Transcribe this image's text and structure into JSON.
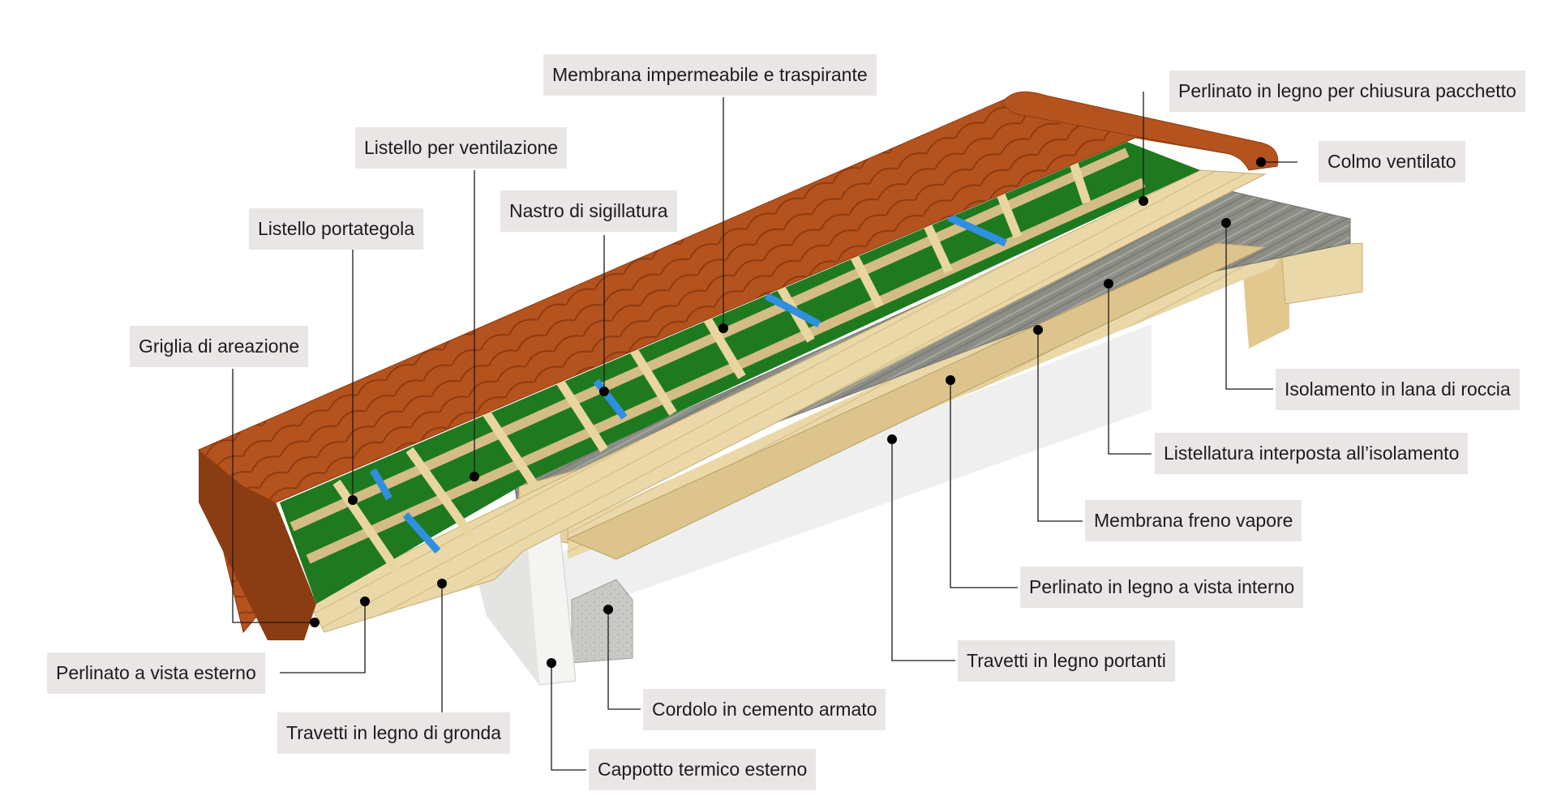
{
  "labels": {
    "membrana_impermeabile": "Membrana impermeabile e traspirante",
    "perlinato_chiusura": "Perlinato in legno per chiusura pacchetto",
    "listello_ventilazione": "Listello per ventilazione",
    "colmo_ventilato": "Colmo ventilato",
    "nastro_sigillatura": "Nastro di sigillatura",
    "listello_portategola": "Listello portategola",
    "griglia_areazione": "Griglia di areazione",
    "isolamento_lana": "Isolamento in lana di roccia",
    "listellatura_interposta": "Listellatura interposta all’isolamento",
    "membrana_freno_vapore": "Membrana freno vapore",
    "perlinato_vista_interno": "Perlinato in legno a vista interno",
    "travetti_portanti": "Travetti in legno portanti",
    "perlinato_vista_esterno": "Perlinato a vista esterno",
    "cordolo_cemento": "Cordolo in cemento armato",
    "travetti_gronda": "Travetti in legno di gronda",
    "cappotto_termico": "Cappotto termico esterno"
  },
  "colors": {
    "label_bg": "#ebe6e6",
    "tile": "#b4531e",
    "membrane": "#1f7a1f",
    "sealing_tape": "#2f8fe0",
    "wood": "#ead8a9",
    "insulation": "#8d8d87",
    "concrete": "#c9c9c6",
    "leader": "#1a1a1a"
  }
}
